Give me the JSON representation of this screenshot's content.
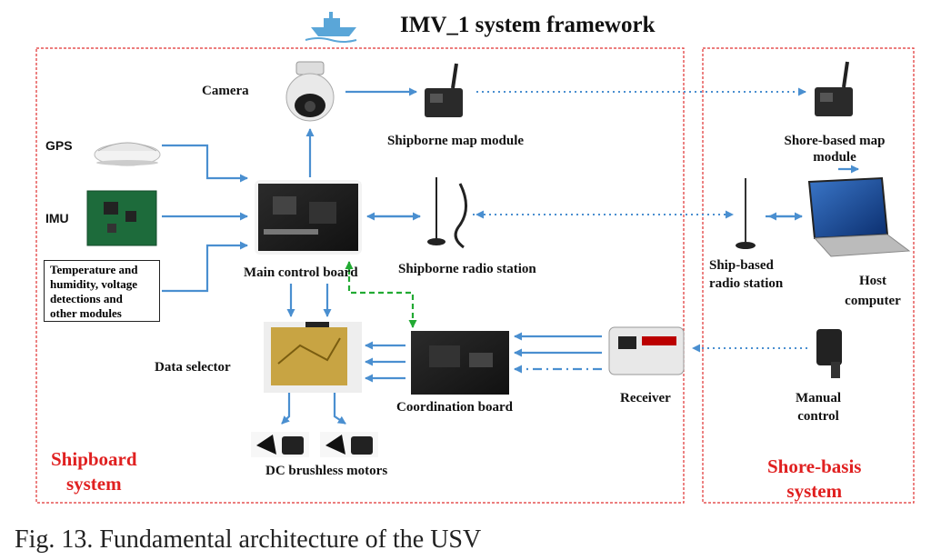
{
  "title": "IMV_1 system framework",
  "caption": "Fig. 13. Fundamental architecture of the USV",
  "shipboard": {
    "label_line1": "Shipboard",
    "label_line2": "system",
    "components": {
      "camera": "Camera",
      "gps": "GPS",
      "imu": "IMU",
      "temperature_line1": "Temperature and",
      "temperature_line2": "humidity, voltage",
      "temperature_line3": "detections and",
      "temperature_line4": "other modules",
      "main_control_board": "Main control board",
      "shipborne_map_module": "Shipborne map module",
      "shipborne_radio_station": "Shipborne radio station",
      "data_selector": "Data selector",
      "coordination_board": "Coordination board",
      "receiver": "Receiver",
      "dc_motors": "DC brushless motors"
    }
  },
  "shore": {
    "label_line1": "Shore-basis",
    "label_line2": "system",
    "components": {
      "map_module_line1": "Shore-based map",
      "map_module_line2": "module",
      "radio_line1": "Ship-based",
      "radio_line2": "radio station",
      "host_line1": "Host",
      "host_line2": "computer",
      "manual_line1": "Manual",
      "manual_line2": "control"
    }
  },
  "colors": {
    "arrow": "#4a8fd0",
    "dotted_link": "#4a8fd0",
    "green_link": "#22aa33",
    "region_border": "#e03030",
    "label_red": "#e02020"
  }
}
